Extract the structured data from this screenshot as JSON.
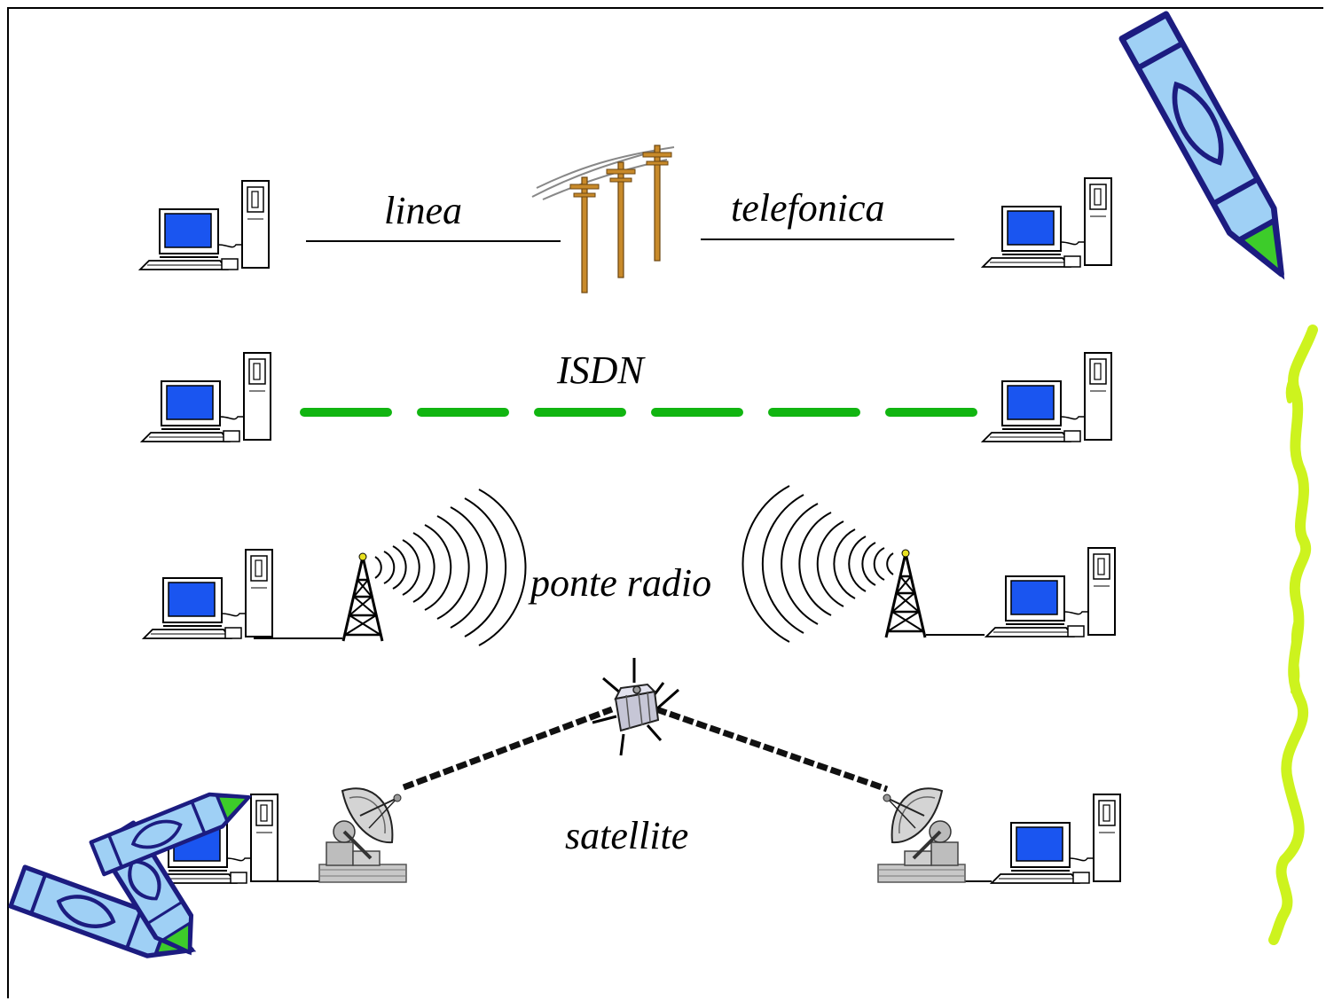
{
  "connections": [
    {
      "id": "phone",
      "label_left": "linea",
      "label_right": "telefonica"
    },
    {
      "id": "isdn",
      "label": "ISDN"
    },
    {
      "id": "radio",
      "label": "ponte radio"
    },
    {
      "id": "satellite",
      "label": "satellite"
    }
  ],
  "colors": {
    "isdn_line": "#11b511",
    "screen": "#1a55f0",
    "crayon_body": "#9fd0f5",
    "crayon_outline": "#1c1c80",
    "squiggle": "#cdf31e",
    "pole": "#c88a2a"
  },
  "icons": [
    "computer-icon",
    "telephone-pole-icon",
    "radio-tower-icon",
    "satellite-icon",
    "satellite-dish-icon",
    "crayon-icon",
    "squiggle-decoration"
  ]
}
